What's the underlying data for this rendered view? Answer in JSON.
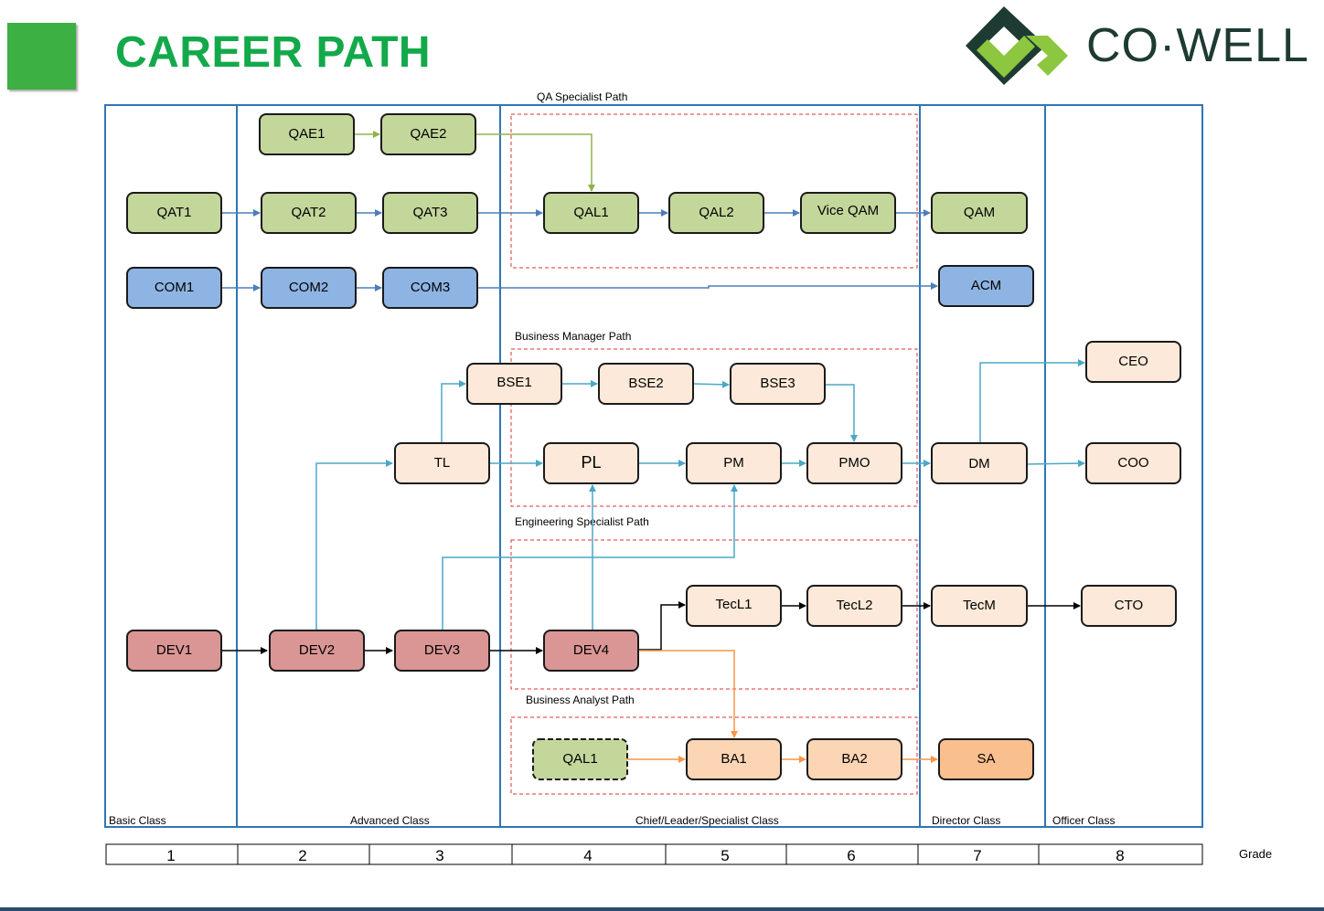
{
  "header": {
    "title": "CAREER PATH",
    "logo_text": "CO·WELL"
  },
  "colors": {
    "qa": "#c4d79b",
    "com": "#8eb4e3",
    "dev": "#da9694",
    "biz": "#fde9d9",
    "ba": "#fcd5b4",
    "sa": "#fabf8f",
    "arrow_green": "#8db34a",
    "arrow_blue": "#4a7ebb",
    "arrow_cyan": "#4aa7c9",
    "arrow_black": "#000000",
    "arrow_orange": "#f79646"
  },
  "classes": [
    {
      "id": "basic",
      "label": "Basic Class"
    },
    {
      "id": "advanced",
      "label": "Advanced Class"
    },
    {
      "id": "chief",
      "label": "Chief/Leader/Specialist Class"
    },
    {
      "id": "director",
      "label": "Director Class"
    },
    {
      "id": "officer",
      "label": "Officer Class"
    }
  ],
  "paths": [
    {
      "id": "qa",
      "label": "QA Specialist Path"
    },
    {
      "id": "bm",
      "label": "Business Manager Path"
    },
    {
      "id": "eng",
      "label": "Engineering Specialist Path"
    },
    {
      "id": "ba",
      "label": "Business Analyst Path"
    }
  ],
  "grades": {
    "label": "Grade",
    "values": [
      "1",
      "2",
      "3",
      "4",
      "5",
      "6",
      "7",
      "8"
    ]
  },
  "nodes": {
    "QAE1": "QAE1",
    "QAE2": "QAE2",
    "QAT1": "QAT1",
    "QAT2": "QAT2",
    "QAT3": "QAT3",
    "QAL1": "QAL1",
    "QAL2": "QAL2",
    "ViceQAM": "Vice QAM",
    "QAM": "QAM",
    "COM1": "COM1",
    "COM2": "COM2",
    "COM3": "COM3",
    "ACM": "ACM",
    "BSE1": "BSE1",
    "BSE2": "BSE2",
    "BSE3": "BSE3",
    "CEO": "CEO",
    "TL": "TL",
    "PL": "PL",
    "PM": "PM",
    "PMO": "PMO",
    "DM": "DM",
    "COO": "COO",
    "TecL1": "TecL1",
    "TecL2": "TecL2",
    "TecM": "TecM",
    "CTO": "CTO",
    "DEV1": "DEV1",
    "DEV2": "DEV2",
    "DEV3": "DEV3",
    "DEV4": "DEV4",
    "QAL1b": "QAL1",
    "BA1": "BA1",
    "BA2": "BA2",
    "SA": "SA"
  }
}
